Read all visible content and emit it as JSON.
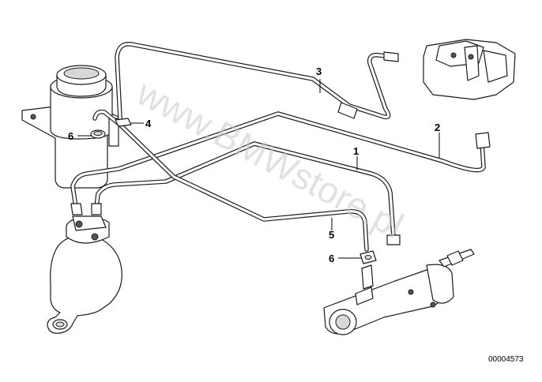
{
  "diagram": {
    "callouts": [
      {
        "id": "callout-1",
        "label": "1"
      },
      {
        "id": "callout-2",
        "label": "2"
      },
      {
        "id": "callout-3",
        "label": "3"
      },
      {
        "id": "callout-4",
        "label": "4"
      },
      {
        "id": "callout-5",
        "label": "5"
      },
      {
        "id": "callout-6-top",
        "label": "6"
      },
      {
        "id": "callout-6-bottom",
        "label": "6"
      }
    ],
    "watermark": "www.BMWstore.pl",
    "diagram_id": "00004573"
  }
}
